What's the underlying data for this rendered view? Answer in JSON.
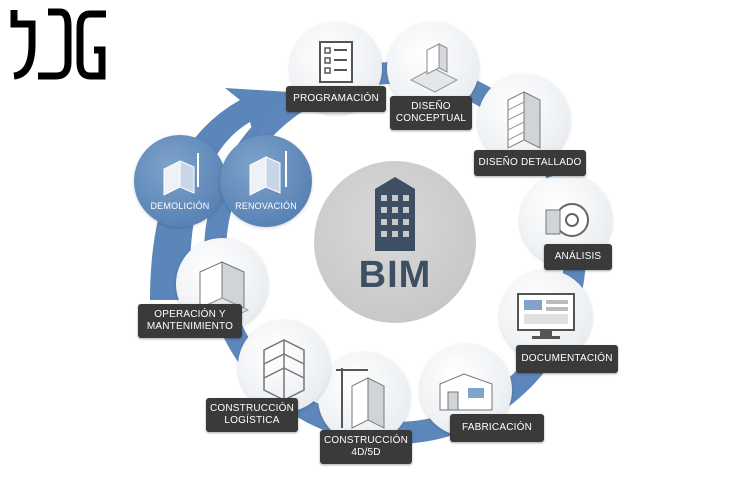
{
  "brand": {
    "logo_icon": "dg-logo"
  },
  "center": {
    "label": "BIM",
    "icon": "building-icon"
  },
  "stages": [
    {
      "id": "programacion",
      "label": "PROGRAMACIÓN",
      "icon": "checklist-icon"
    },
    {
      "id": "diseno-conceptual",
      "label": "DISEÑO\nCONCEPTUAL",
      "icon": "massing-icon"
    },
    {
      "id": "diseno-detallado",
      "label": "DISEÑO DETALLADO",
      "icon": "tower-icon"
    },
    {
      "id": "analisis",
      "label": "ANÁLISIS",
      "icon": "analysis-icon"
    },
    {
      "id": "documentacion",
      "label": "DOCUMENTACIÓN",
      "icon": "monitor-icon"
    },
    {
      "id": "fabricacion",
      "label": "FABRICACIÓN",
      "icon": "factory-icon"
    },
    {
      "id": "construccion-4d5d",
      "label": "CONSTRUCCIÓN\n4D/5D",
      "icon": "crane-icon"
    },
    {
      "id": "construccion-logistica",
      "label": "CONSTRUCCIÓN\nLOGÍSTICA",
      "icon": "frame-icon"
    },
    {
      "id": "operacion",
      "label": "OPERACIÓN Y\nMANTENIMIENTO",
      "icon": "building-iso-icon"
    },
    {
      "id": "demolicion",
      "label": "DEMOLICIÓN",
      "icon": "demolition-icon"
    },
    {
      "id": "renovacion",
      "label": "RENOVACIÓN",
      "icon": "renovation-icon"
    }
  ],
  "colors": {
    "ring": "#4f7db4",
    "label_bg": "#3a3a3a",
    "center": "#c9c9c9",
    "bim_text": "#3f4f63"
  }
}
